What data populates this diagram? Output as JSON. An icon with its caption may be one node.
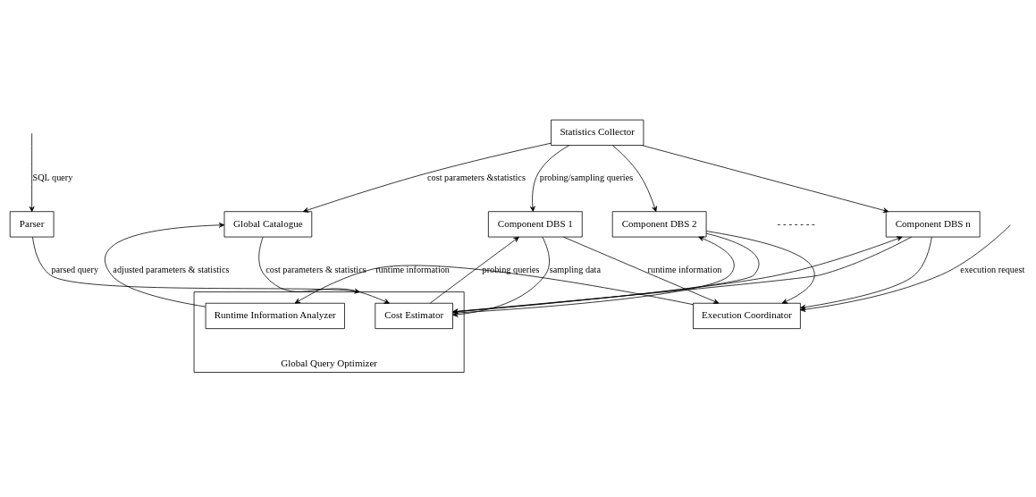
{
  "diagram": {
    "nodes": [
      {
        "text": [
          "Global Catalogue"
        ]
      },
      {
        "text": [
          "Parser"
        ]
      },
      {
        "text": [
          "Global Query Optimizer"
        ]
      },
      {
        "text": [
          "Cost Estimator"
        ],
        "in": 2
      },
      {
        "text": [
          "Runtime Information Analyzer"
        ],
        "in": 2
      },
      {
        "text": [
          "Statistics Collector"
        ]
      },
      {
        "text": [
          "Execution Coordinator"
        ]
      },
      {
        "text": [
          "Component DBS 1"
        ]
      },
      {
        "text": [
          "Component DBS 2"
        ]
      },
      {
        "text": [
          "Component DBS n"
        ]
      }
    ],
    "edges": [
      {
        "from": null,
        "to": 1,
        "arrow": "to",
        "label": "SQL query"
      },
      {
        "from": 1,
        "to": 2,
        "arrow": "to",
        "label": "parsed query"
      },
      {
        "from": 4,
        "to": 0,
        "arrow": "to",
        "label": "adjusted parameters & statistics"
      },
      {
        "from": 0,
        "to": 3,
        "arrow": "to",
        "label": "cost parameters & statistics"
      },
      {
        "from": 5,
        "to": 0,
        "arrow": "to",
        "label": "cost parameters &statistics"
      },
      {
        "from": null,
        "to": 6,
        "arrow": "to",
        "label": "execution request"
      },
      {
        "from": 6,
        "to": 4,
        "arrow": "to",
        "label": "runtime information"
      },
      {
        "from": 5,
        "to": 7,
        "arrow": "to",
        "label": "probing/sampling queries"
      },
      {
        "from": 5,
        "to": 8,
        "arrow": "to"
      },
      {
        "from": 5,
        "to": 9,
        "arrow": "to"
      },
      {
        "from": 3,
        "to": 7,
        "arrow": "to",
        "label": "probing queries"
      },
      {
        "from": 3,
        "to": 8,
        "arrow": "to"
      },
      {
        "from": 3,
        "to": 9,
        "arrow": "to"
      },
      {
        "from": 7,
        "to": 3,
        "arrow": "to",
        "label": "sampling data"
      },
      {
        "from": 8,
        "to": 3,
        "arrow": "to"
      },
      {
        "from": 9,
        "to": 3,
        "arrow": "to"
      },
      {
        "from": 7,
        "to": 6,
        "arrow": "to",
        "label": "runtime information"
      },
      {
        "from": 8,
        "to": 6,
        "arrow": "to"
      },
      {
        "from": 9,
        "to": 6,
        "arrow": "to"
      }
    ],
    "labels": [
      "- - - - - - -"
    ]
  }
}
